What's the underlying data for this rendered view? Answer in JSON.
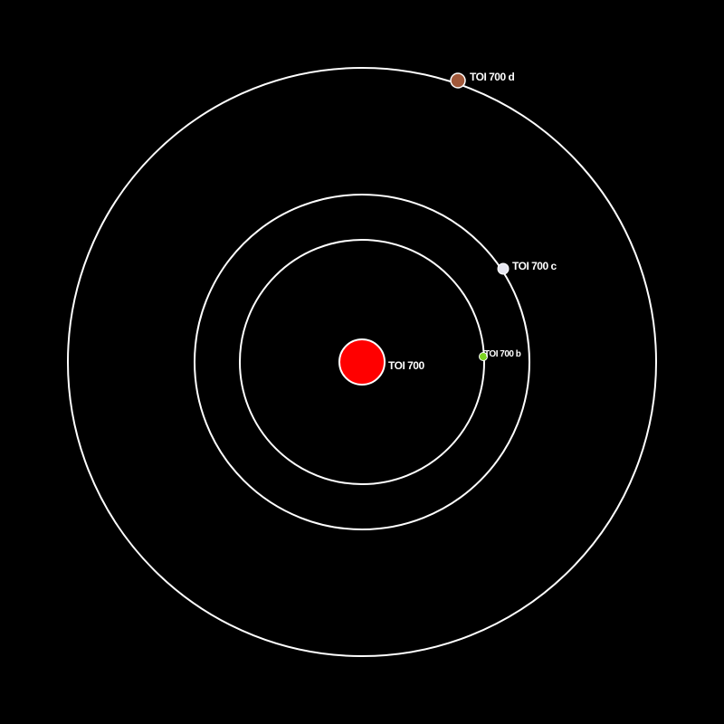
{
  "background_color": "#000000",
  "orbit_color": "#ffffff",
  "star": {
    "name": "TOI 700",
    "color": "#ff0000"
  },
  "planets": [
    {
      "name": "TOI 700 b",
      "color": "#7cd321"
    },
    {
      "name": "TOI 700 c",
      "color": "#e6e6f0"
    },
    {
      "name": "TOI 700 d",
      "color": "#a0583a"
    }
  ]
}
